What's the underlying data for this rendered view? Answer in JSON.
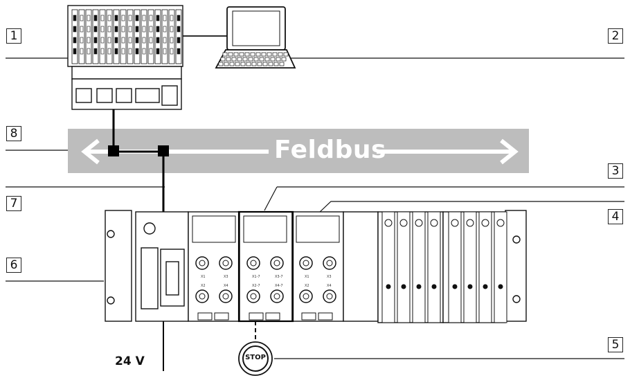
{
  "callouts": [
    "1",
    "2",
    "3",
    "4",
    "5",
    "6",
    "7",
    "8"
  ],
  "fieldbus": {
    "label": "Feldbus"
  },
  "power": {
    "label": "24 V"
  },
  "stop_button": {
    "label": "STOP"
  },
  "module_labels": [
    "X1",
    "X3",
    "X2",
    "X4",
    "X1-7",
    "X3-7",
    "X2-7",
    "X4-7",
    "X1",
    "X3",
    "X2",
    "X4"
  ],
  "colors": {
    "bus_band": "#bdbdbd",
    "line": "#111111",
    "connector": "#000000"
  }
}
